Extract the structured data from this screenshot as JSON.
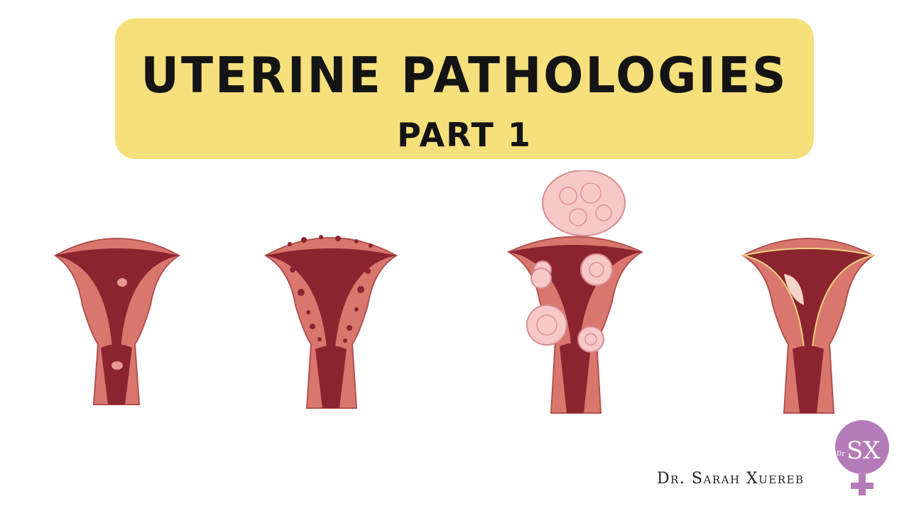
{
  "header": {
    "title": "UTERINE PATHOLOGIES",
    "subtitle": "PART 1"
  },
  "footer": {
    "author": "Dr. Sarah Xuereb",
    "logo_prefix": "Dr",
    "logo_monogram": "SX"
  },
  "colors": {
    "banner": "#f6e07c",
    "tissue": "#d9776f",
    "lumen": "#8c2430",
    "logo": "#b57bb8"
  }
}
